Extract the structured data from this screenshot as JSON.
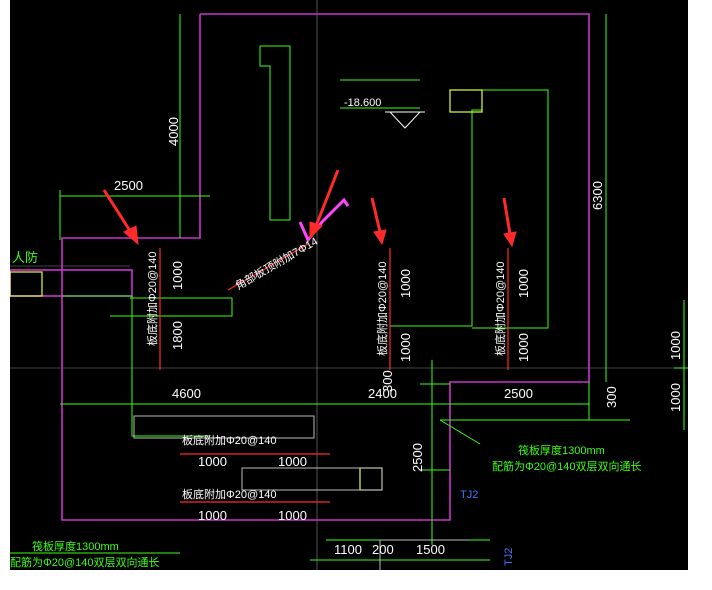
{
  "drawing": {
    "elevation_mark": "-18.600",
    "civil_defense_label": "人防",
    "dimensions": {
      "d2500_top": "2500",
      "d4000": "4000",
      "d6300": "6300",
      "d1000_a": "1000",
      "d1000_b": "1000",
      "d1000_c": "1000",
      "d1000_d": "1000",
      "d1000_e": "1000",
      "d1800": "1800",
      "d300_a": "300",
      "d300_b": "300",
      "d4600": "4600",
      "d2400": "2400",
      "d2500_mid": "2500",
      "d2500_vert": "2500",
      "d1000_right_a": "1000",
      "d1000_right_b": "1000",
      "d1000_low_a": "1000",
      "d1000_low_b": "1000",
      "d1000_low_c": "1000",
      "d1000_low_d": "1000",
      "d1100": "1100",
      "d200": "200",
      "d1500": "1500"
    },
    "rebar_notes": {
      "slab_add_left": "板底附加Φ20@140",
      "corner_add": "角部板顶附加7Φ14",
      "slab_add_mid": "板底附加Φ20@140",
      "slab_add_right": "板底附加Φ20@140",
      "slab_add_low_1": "板底附加Φ20@140",
      "slab_add_low_2": "板底附加Φ20@140"
    },
    "raft_notes": {
      "thickness_right": "筏板厚度1300mm",
      "reinforcement_right": "配筋为Φ20@140双层双向通长",
      "thickness_left": "筏板厚度1300mm",
      "reinforcement_left": "配筋为Φ20@140双层双向通长"
    },
    "tags": {
      "tj2_a": "TJ2",
      "tj2_b": "TJ2"
    },
    "colors": {
      "background": "#000000",
      "wall_outline": "#cc33cc",
      "dimension_lines": "#39ff14",
      "section_lines": "#ff2a2a",
      "arrows": "#ff2a2a",
      "pit_outline": "#e0ff40",
      "annotation_text": "#ffffff",
      "tag_text": "#3a7bff"
    },
    "icons": {
      "arrow": "red-pointer-arrow",
      "elevation": "level-triangle-symbol"
    }
  }
}
